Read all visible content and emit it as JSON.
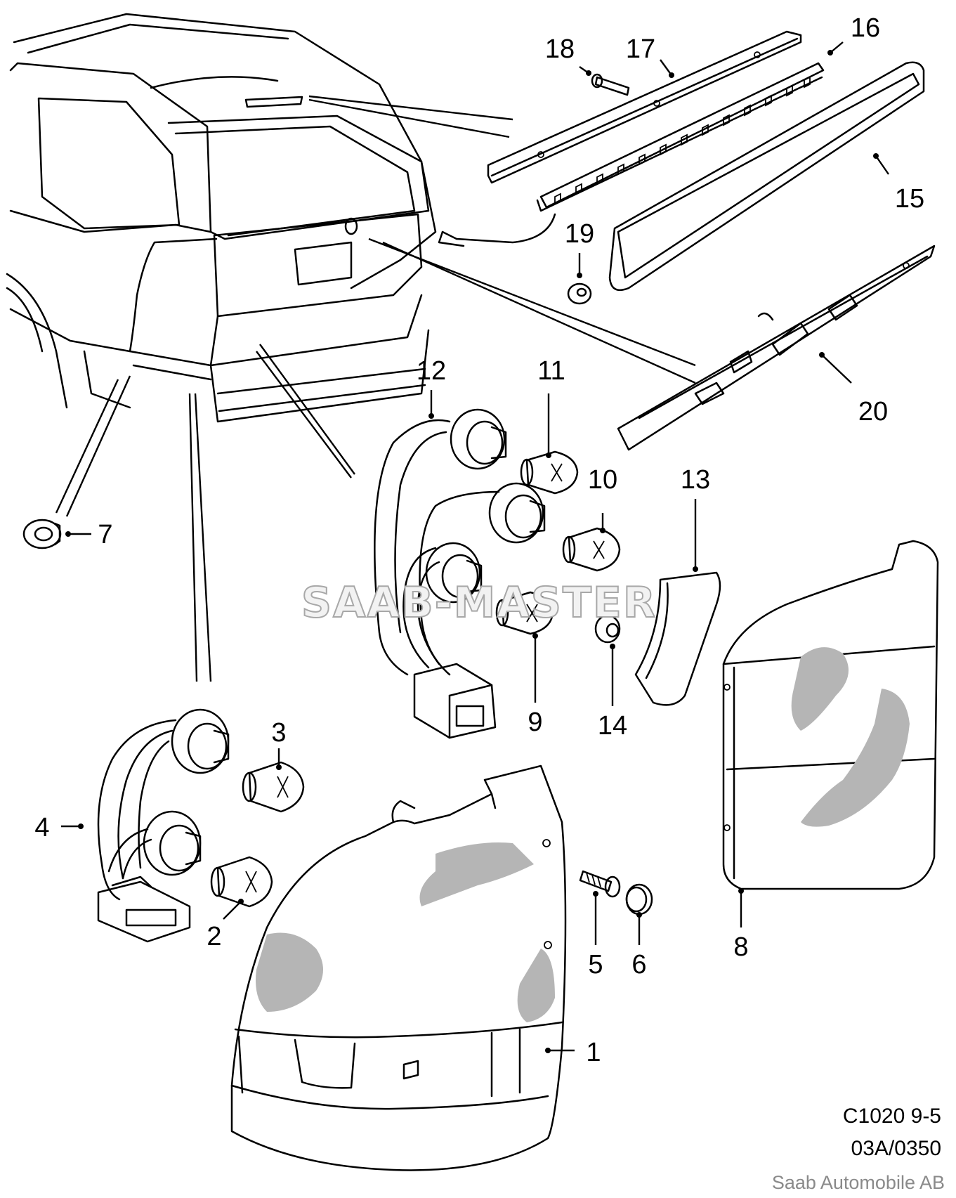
{
  "diagram": {
    "watermark": "SAAB-MASTER",
    "part_callouts": [
      "1",
      "2",
      "3",
      "4",
      "5",
      "6",
      "7",
      "8",
      "9",
      "10",
      "11",
      "12",
      "13",
      "14",
      "15",
      "16",
      "17",
      "18",
      "19",
      "20"
    ],
    "reference_line1": "C1020 9-5",
    "reference_line2": "03A/0350",
    "copyright": "Saab Automobile AB"
  }
}
